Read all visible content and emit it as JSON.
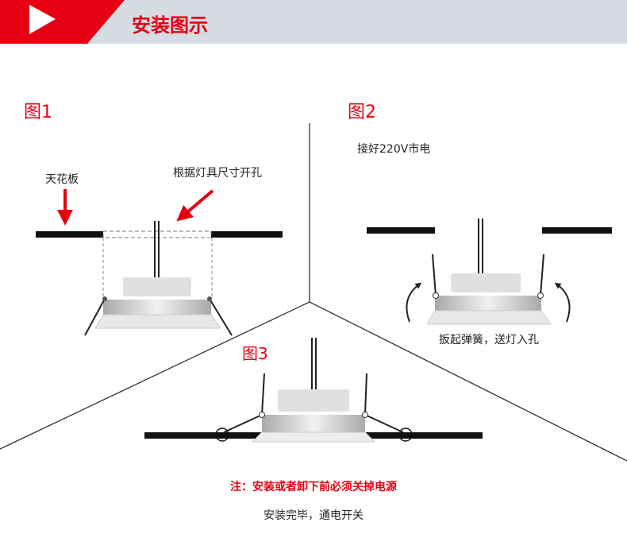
{
  "header": {
    "title": "安装图示",
    "icon": "play-icon",
    "accent": "#e60012",
    "bar_color": "#d7dbe2"
  },
  "figure1": {
    "label": "图1",
    "ceiling_label": "天花板",
    "hole_label": "根据灯具尺寸开孔"
  },
  "figure2": {
    "label": "图2",
    "power_label": "接好220V市电",
    "step_label": "扳起弹簧，送灯入孔"
  },
  "figure3": {
    "label": "图3"
  },
  "footer": {
    "warning": "注：安装或者卸下前必须关掉电源",
    "final_step": "安装完毕，通电开关"
  }
}
